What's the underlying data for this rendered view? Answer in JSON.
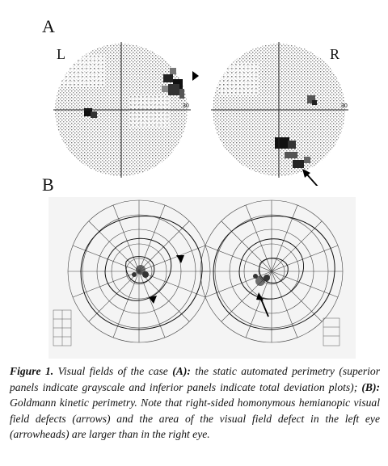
{
  "figure": {
    "panel_a_label": "A",
    "panel_b_label": "B",
    "left_eye_label": "L",
    "right_eye_label": "R",
    "scale_label": "30",
    "caption": {
      "figure_label": "Figure 1.",
      "part1": " Visual fields of the case ",
      "a_ref": "(A):",
      "part2": "  the static automated perimetry (superior panels indicate grayscale and inferior panels indicate total deviation plots); ",
      "b_ref": "(B):",
      "part3": " Goldmann kinetic perimetry. Note that right-sided homonymous hemianopic visual field defects (arrows) and the area of the visual field defect in the left eye (arrowheads) are larger than in the right eye."
    }
  }
}
